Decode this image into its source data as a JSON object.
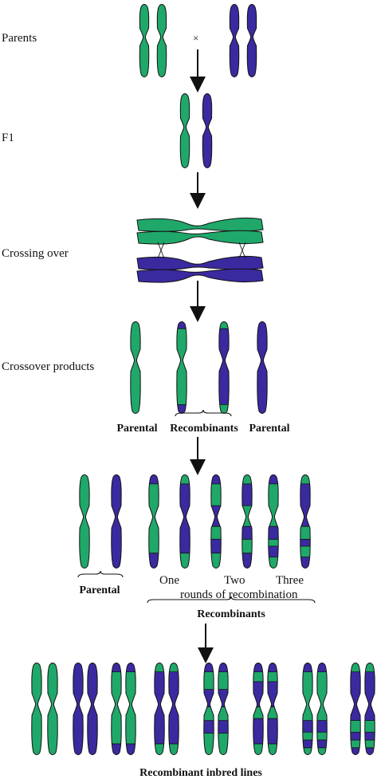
{
  "colors": {
    "green": "#1fa86a",
    "blue": "#3a2aa0",
    "outline": "#111111"
  },
  "labels": {
    "parents": "Parents",
    "cross_symbol": "×",
    "f1": "F1",
    "crossing_over": "Crossing over",
    "crossover_products": "Crossover products",
    "parental_1": "Parental",
    "recombinants_1": "Recombinants",
    "parental_2": "Parental",
    "parental_3": "Parental",
    "one": "One",
    "two": "Two",
    "three": "Three",
    "rounds": "rounds of recombination",
    "recombinants_2": "Recombinants",
    "ril": "Recombinant inbred lines"
  }
}
